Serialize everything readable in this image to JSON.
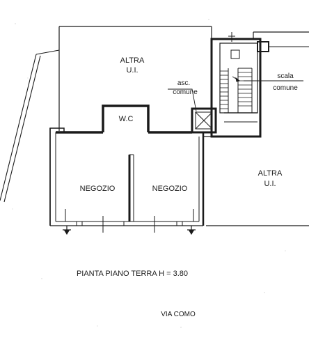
{
  "labels": {
    "altra_top": {
      "line1": "ALTRA",
      "line2": "U.I."
    },
    "altra_right": {
      "line1": "ALTRA",
      "line2": "U.I."
    },
    "wc": "W.C",
    "negozio_left": "NEGOZIO",
    "negozio_right": "NEGOZIO",
    "asc_comune": {
      "line1": "asc.",
      "line2": "comune"
    },
    "scala_comune": {
      "line1": "scala",
      "line2": "comune"
    },
    "caption": "PIANTA PIANO TERRA H = 3.80",
    "street": "VIA COMO"
  },
  "colors": {
    "ink": "#1a1a1a",
    "paper": "#ffffff"
  }
}
